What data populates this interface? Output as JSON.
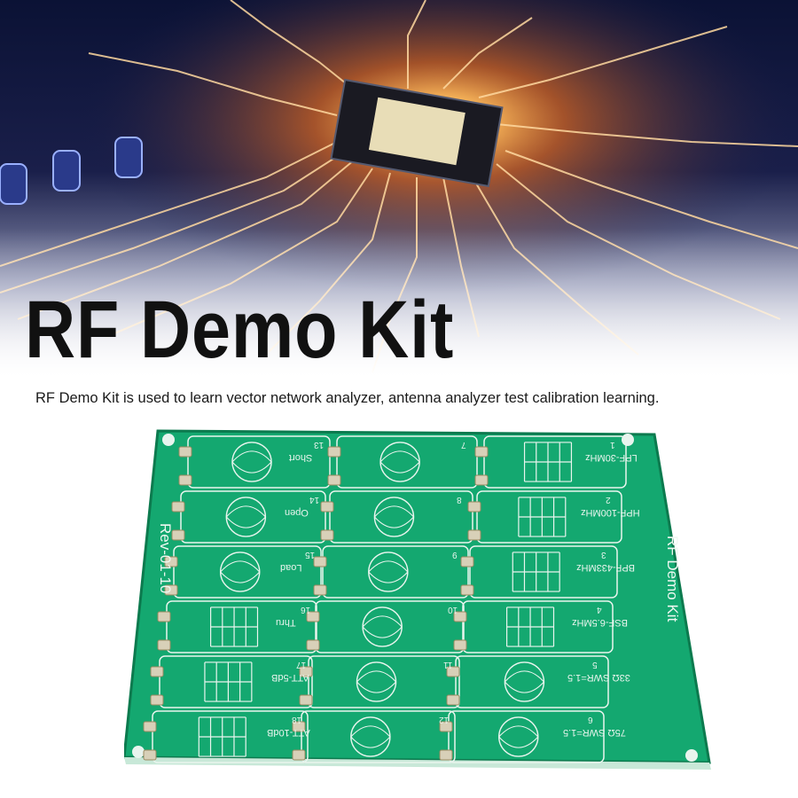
{
  "title": "RF Demo Kit",
  "subtitle": "RF Demo Kit is used to learn vector network analyzer, antenna analyzer test calibration learning.",
  "board": {
    "title": "RF Demo Kit",
    "revision": "Rev-01-10",
    "cells": [
      {
        "num": "13",
        "label": "Short"
      },
      {
        "num": "14",
        "label": "Open"
      },
      {
        "num": "15",
        "label": "Load"
      },
      {
        "num": "16",
        "label": "Thru"
      },
      {
        "num": "17",
        "label": "ATT-5dB"
      },
      {
        "num": "18",
        "label": "ATT-10dB"
      },
      {
        "num": "7",
        "label": ""
      },
      {
        "num": "8",
        "label": ""
      },
      {
        "num": "9",
        "label": ""
      },
      {
        "num": "10",
        "label": ""
      },
      {
        "num": "11",
        "label": ""
      },
      {
        "num": "12",
        "label": ""
      },
      {
        "num": "1",
        "label": "LPF-30MHz"
      },
      {
        "num": "2",
        "label": "HPF-100MHz"
      },
      {
        "num": "3",
        "label": "BPF-433MHz"
      },
      {
        "num": "4",
        "label": "BSF-6.5MHz"
      },
      {
        "num": "5",
        "label": "33Ω SWR=1.5"
      },
      {
        "num": "6",
        "label": "75Ω SWR=1.5"
      }
    ]
  },
  "colors": {
    "pcb": "#14a870",
    "pcb_dark": "#0e8a5a",
    "silkscreen": "#e9f5ee",
    "banner_dark": "#0a0f2a",
    "glow": "#ff9a2a"
  }
}
